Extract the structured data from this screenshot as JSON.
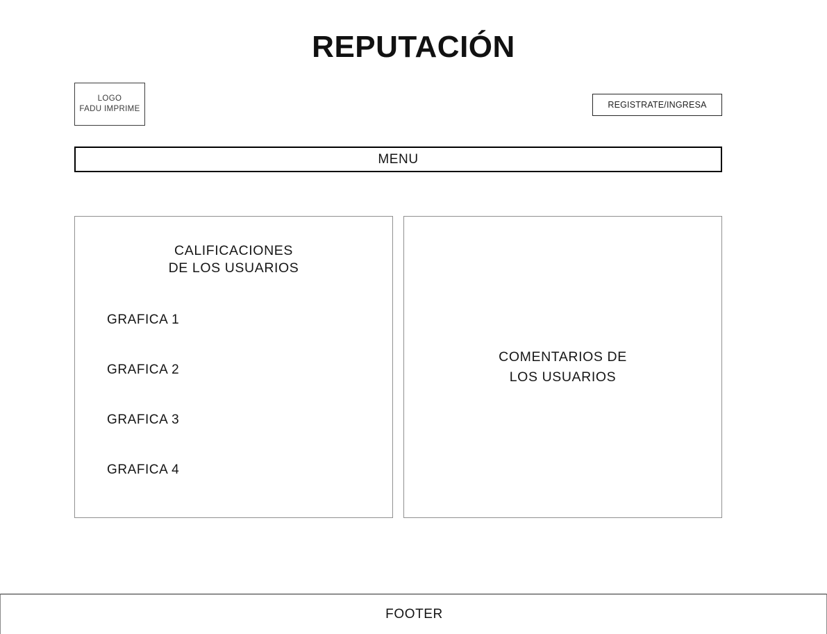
{
  "page": {
    "title": "REPUTACIÓN",
    "background_color": "#ffffff",
    "text_color": "#161616",
    "border_color": "#909090",
    "accent_border_color": "#000000"
  },
  "header": {
    "logo": {
      "line1": "LOGO",
      "line2": "FADU IMPRIME"
    },
    "register_button_label": "REGISTRATE/INGRESA"
  },
  "nav": {
    "menu_label": "MENU"
  },
  "main": {
    "left_panel": {
      "heading_line1": "CALIFICACIONES",
      "heading_line2": "DE LOS USUARIOS",
      "items": [
        {
          "label": "GRAFICA 1"
        },
        {
          "label": "GRAFICA 2"
        },
        {
          "label": "GRAFICA 3"
        },
        {
          "label": "GRAFICA 4"
        }
      ]
    },
    "right_panel": {
      "heading_line1": "COMENTARIOS DE",
      "heading_line2": "LOS USUARIOS"
    }
  },
  "footer": {
    "label": "FOOTER"
  }
}
